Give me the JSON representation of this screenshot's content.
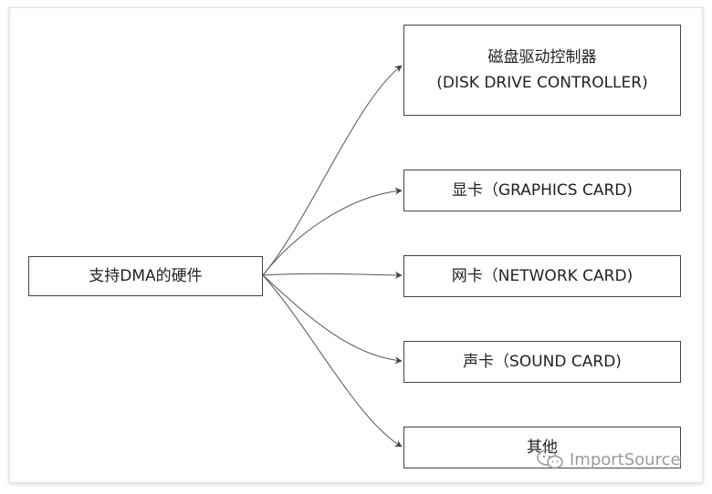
{
  "diagram": {
    "root": {
      "label": "支持DMA的硬件"
    },
    "children": [
      {
        "id": "disk",
        "line1": "磁盘驱动控制器",
        "line2": "(DISK DRIVE CONTROLLER)"
      },
      {
        "id": "graphics",
        "line1": "显卡（GRAPHICS CARD)",
        "line2": ""
      },
      {
        "id": "network",
        "line1": "网卡（NETWORK CARD)",
        "line2": ""
      },
      {
        "id": "sound",
        "line1": "声卡（SOUND CARD)",
        "line2": ""
      },
      {
        "id": "other",
        "line1": "其他",
        "line2": ""
      }
    ]
  },
  "watermark": {
    "text": "ImportSource",
    "icon": "wechat-icon"
  }
}
